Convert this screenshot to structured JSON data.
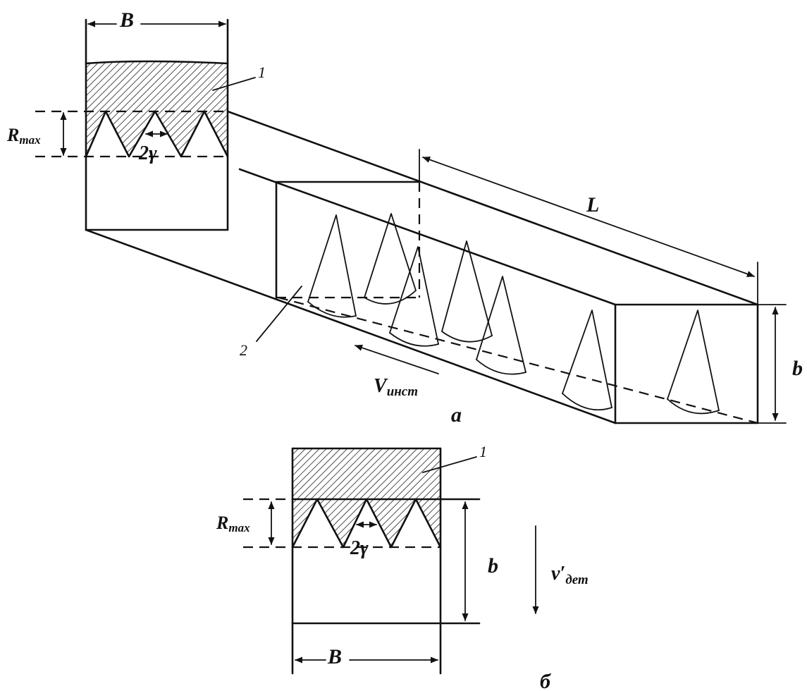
{
  "labels": {
    "width_top": "B",
    "width_bottom": "B",
    "rmax_top": "R",
    "rmax_sub": "max",
    "rmax_bottom": "R",
    "rmax_bottom_sub": "max",
    "angle_top": "2γ",
    "angle_bottom": "2γ",
    "length": "L",
    "height_right": "b",
    "height_bottom": "b",
    "tool_velocity": "V",
    "tool_velocity_sub": "инст",
    "part_velocity": "v′",
    "part_velocity_sub": "дет",
    "part_1_top": "1",
    "part_1_bottom": "1",
    "part_2": "2",
    "view_a": "а",
    "view_b": "б"
  }
}
